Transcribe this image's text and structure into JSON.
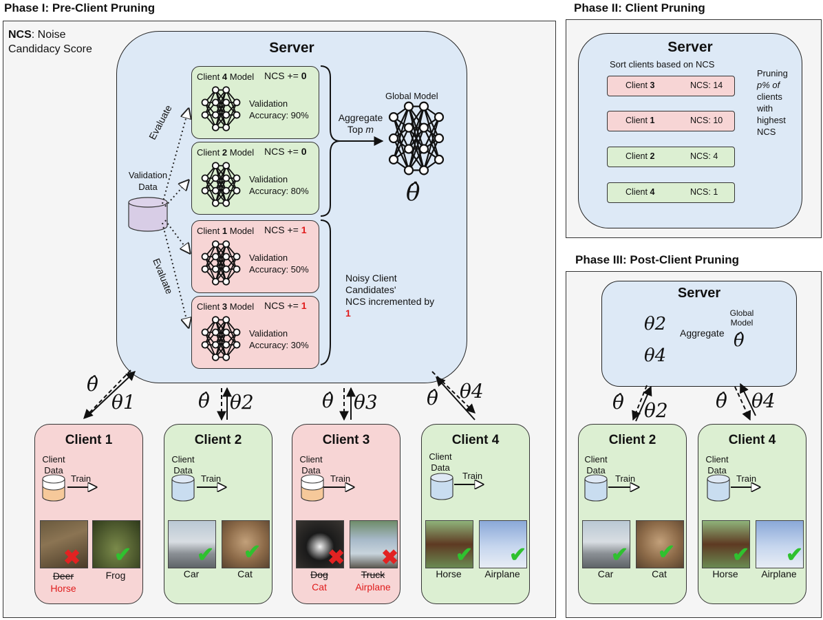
{
  "phases": {
    "p1": "Phase I: Pre-Client Pruning",
    "p2": "Phase II: Client Pruning",
    "p3": "Phase III: Post-Client Pruning"
  },
  "ncs_note": {
    "abbr": "NCS",
    "rest": ": Noise",
    "line2": "Candidacy Score"
  },
  "server_label": "Server",
  "validation": {
    "data_label_1": "Validation",
    "data_label_2": "Data",
    "evaluate": "Evaluate"
  },
  "models": [
    {
      "name": "Client",
      "num": "4",
      "suffix": "Model",
      "ncs": "NCS += ",
      "inc": "0",
      "acc1": "Validation",
      "acc2": "Accuracy: 90%",
      "color": "green"
    },
    {
      "name": "Client",
      "num": "2",
      "suffix": "Model",
      "ncs": "NCS += ",
      "inc": "0",
      "acc1": "Validation",
      "acc2": "Accuracy: 80%",
      "color": "green"
    },
    {
      "name": "Client",
      "num": "1",
      "suffix": "Model",
      "ncs": "NCS += ",
      "inc": "1",
      "acc1": "Validation",
      "acc2": "Accuracy: 50%",
      "color": "red"
    },
    {
      "name": "Client",
      "num": "3",
      "suffix": "Model",
      "ncs": "NCS += ",
      "inc": "1",
      "acc1": "Validation",
      "acc2": "Accuracy: 30%",
      "color": "red"
    }
  ],
  "aggregate": {
    "line1": "Aggregate",
    "line2a": "Top ",
    "line2b": "m",
    "global": "Global Model"
  },
  "noisy_note": {
    "l1": "Noisy Client",
    "l2": "Candidates'",
    "l3": "NCS incremented by",
    "l4": "1"
  },
  "phase2": {
    "sort_label": "Sort clients based on NCS",
    "ranks": [
      {
        "name": "Client ",
        "num": "3",
        "ncs": "NCS: 14",
        "color": "red"
      },
      {
        "name": "Client ",
        "num": "1",
        "ncs": "NCS: 10",
        "color": "red"
      },
      {
        "name": "Client ",
        "num": "2",
        "ncs": "NCS: 4",
        "color": "green"
      },
      {
        "name": "Client ",
        "num": "4",
        "ncs": "NCS: 1",
        "color": "green"
      }
    ],
    "pruning": [
      "Pruning",
      "p% of",
      "clients",
      "with",
      "highest",
      "NCS"
    ]
  },
  "phase3": {
    "aggregate": "Aggregate",
    "global1": "Global",
    "global2": "Model",
    "theta2": "θ2",
    "theta4": "θ4"
  },
  "client_data": {
    "l1": "Client",
    "l2": "Data",
    "train": "Train"
  },
  "clients": [
    {
      "title": "Client 1",
      "theta": "θ1",
      "img1": {
        "label": "Deer",
        "true_label": "Horse",
        "status": "cross"
      },
      "img2": {
        "label": "Frog",
        "status": "check"
      },
      "color": "red",
      "fill": "orange"
    },
    {
      "title": "Client 2",
      "theta": "θ2",
      "img1": {
        "label": "Car",
        "status": "check"
      },
      "img2": {
        "label": "Cat",
        "status": "check"
      },
      "color": "green",
      "fill": "blue"
    },
    {
      "title": "Client 3",
      "theta": "θ3",
      "img1": {
        "label": "Dog",
        "true_label": "Cat",
        "status": "cross"
      },
      "img2": {
        "label": "Truck",
        "true_label": "Airplane",
        "status": "cross"
      },
      "color": "red",
      "fill": "orange"
    },
    {
      "title": "Client 4",
      "theta": "θ4",
      "img1": {
        "label": "Horse",
        "status": "check"
      },
      "img2": {
        "label": "Airplane",
        "status": "check"
      },
      "color": "green",
      "fill": "blue"
    }
  ],
  "p3_clients": [
    {
      "title": "Client 2",
      "theta": "θ2",
      "img1": {
        "label": "Car"
      },
      "img2": {
        "label": "Cat"
      }
    },
    {
      "title": "Client 4",
      "theta": "θ4",
      "img1": {
        "label": "Horse"
      },
      "img2": {
        "label": "Airplane"
      }
    }
  ],
  "theta_hat": "θ̂",
  "icons": [
    "neural-network-icon",
    "database-icon",
    "check-icon",
    "cross-icon"
  ],
  "colors": {
    "server_bg": "#dde9f6",
    "green_bg": "#dcefd2",
    "red_bg": "#f7d5d5",
    "panel_bg": "#f5f5f5",
    "red_text": "#e01b1b",
    "check": "#2fc12f"
  }
}
